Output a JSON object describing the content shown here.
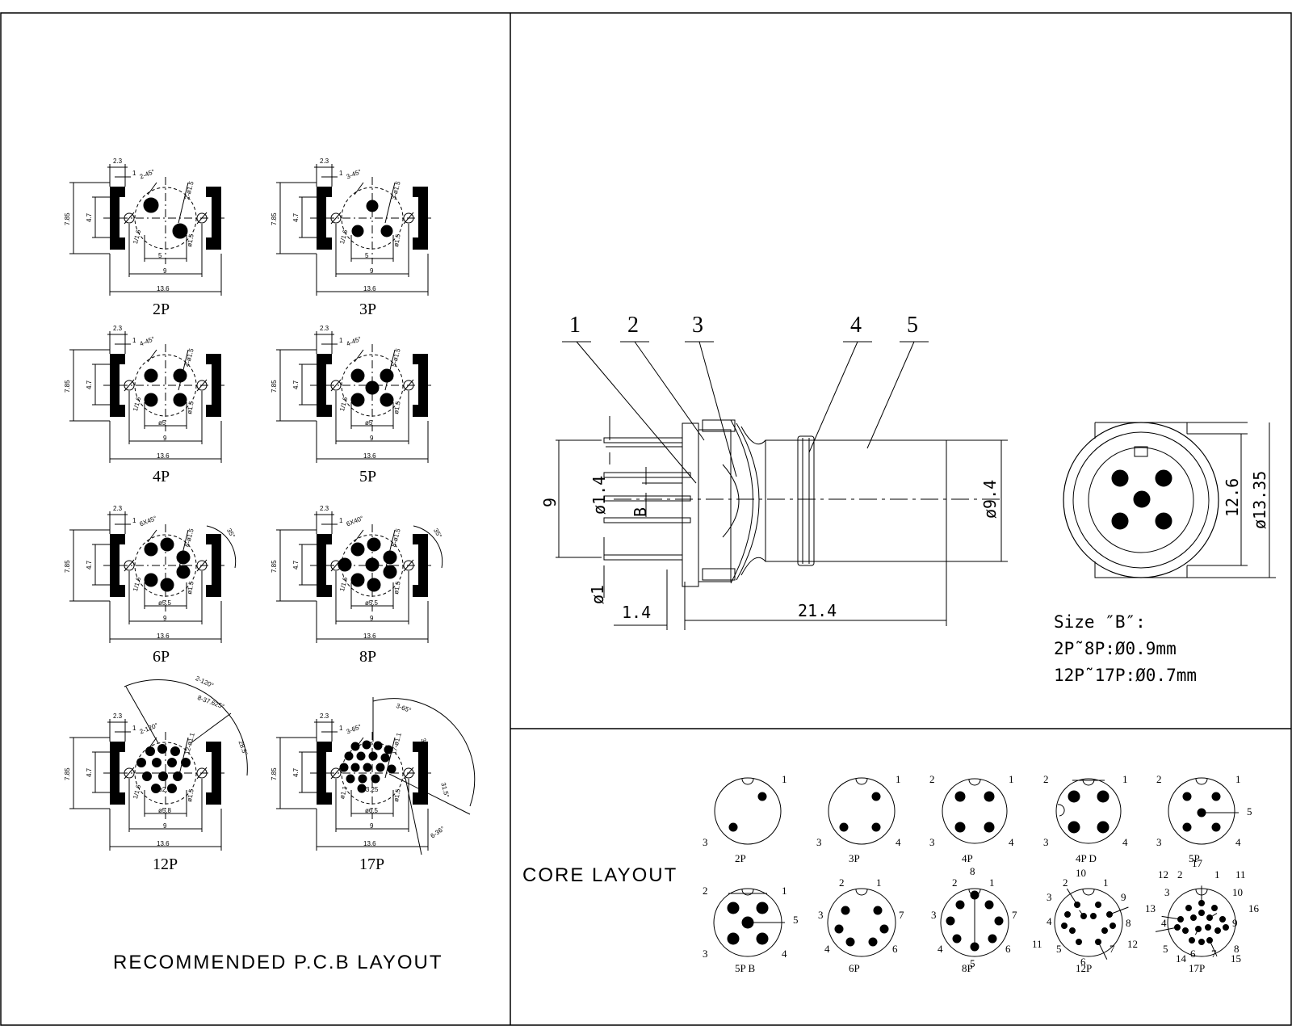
{
  "pcb_section": {
    "title": "RECOMMENDED P.C.B LAYOUT",
    "layouts": [
      {
        "label": "2P",
        "dims": {
          "top": "2.3",
          "one": "1",
          "angle": "2-45°",
          "hole": "2-ø1.5",
          "height": "7.85",
          "inner": "4.7",
          "peg": "1/1.6",
          "side": "ø1.5",
          "span": "5",
          "pitch": "9",
          "width": "13.6"
        }
      },
      {
        "label": "3P",
        "dims": {
          "top": "2.3",
          "one": "1",
          "angle": "3-45°",
          "hole": "3-ø1.5",
          "height": "7.85",
          "inner": "4.7",
          "peg": "1/1.6",
          "side": "ø1.5",
          "span": "5",
          "pitch": "9",
          "width": "13.6"
        }
      },
      {
        "label": "4P",
        "dims": {
          "top": "2.3",
          "one": "1",
          "angle": "4-45°",
          "hole": "4-ø1.5",
          "height": "7.85",
          "inner": "4.7",
          "peg": "1/1.6",
          "side": "ø1.5",
          "span": "ø5",
          "pitch": "9",
          "width": "13.6"
        }
      },
      {
        "label": "5P",
        "dims": {
          "top": "2.3",
          "one": "1",
          "angle": "4-45°",
          "hole": "5-ø1.5",
          "height": "7.85",
          "inner": "4.7",
          "peg": "1/1.6",
          "side": "ø1.5",
          "span": "ø5",
          "pitch": "9",
          "width": "13.6"
        }
      },
      {
        "label": "6P",
        "dims": {
          "top": "2.3",
          "one": "1",
          "angle": "6X45°",
          "hole": "6-ø1.5",
          "height": "7.85",
          "inner": "4.7",
          "peg": "1/1.6",
          "side": "ø1.5",
          "span": "ø5.5",
          "pitch": "9",
          "width": "13.6",
          "extra": "35°"
        }
      },
      {
        "label": "8P",
        "dims": {
          "top": "2.3",
          "one": "1",
          "angle": "6X40°",
          "hole": "8-ø1.5",
          "height": "7.85",
          "inner": "4.7",
          "peg": "1/1.6",
          "side": "ø1.5",
          "span": "ø5.5",
          "pitch": "9",
          "width": "13.6",
          "extra": "35°"
        }
      },
      {
        "label": "12P",
        "dims": {
          "top": "2.3",
          "one": "1",
          "angle": "2-120°",
          "hole": "12-ø1.1",
          "height": "7.85",
          "inner": "4.7",
          "peg": "1/1.6",
          "side": "ø1.5",
          "span": "ø5.8",
          "span2": "ø2.2",
          "pitch": "9",
          "width": "13.6",
          "extra": "8-37.625°",
          "extra2": "28.5°"
        }
      },
      {
        "label": "17P",
        "dims": {
          "top": "2.3",
          "one": "1",
          "angle": "3-65°",
          "hole": "17-ø1.1",
          "height": "7.85",
          "inner": "4.7",
          "peg": "ø1.1",
          "side": "ø1.5",
          "span": "ø6.5",
          "span2": "ø3.25",
          "pitch": "9",
          "width": "13.6",
          "extra": "30°",
          "extra2": "31.5°",
          "extra3": "6-36°"
        }
      }
    ]
  },
  "assembly": {
    "balloons": [
      "1",
      "2",
      "3",
      "4",
      "5"
    ],
    "dims": {
      "height": "9",
      "pin_dia": "ø1.4",
      "size_b": "B",
      "pcb_pin": "ø1",
      "offset": "1.4",
      "length": "21.4",
      "body_dia": "ø9.4",
      "face_inner": "12.6",
      "face_outer": "ø13.35"
    },
    "size_note": {
      "line1": "Size ″B″:",
      "line2": "2P˜8P:Ø0.9mm",
      "line3": "12P˜17P:Ø0.7mm"
    }
  },
  "core_section": {
    "title": "CORE LAYOUT",
    "layouts": [
      {
        "label": "2P",
        "pins": [
          "1",
          "3"
        ]
      },
      {
        "label": "3P",
        "pins": [
          "1",
          "3",
          "4"
        ]
      },
      {
        "label": "4P",
        "pins": [
          "2",
          "1",
          "3",
          "4"
        ]
      },
      {
        "label": "4P  D",
        "pins": [
          "2",
          "1",
          "3",
          "4"
        ]
      },
      {
        "label": "5P",
        "pins": [
          "2",
          "1",
          "5",
          "3",
          "4"
        ]
      },
      {
        "label": "5P  B",
        "pins": [
          "2",
          "1",
          "5",
          "3",
          "4"
        ]
      },
      {
        "label": "6P",
        "pins": [
          "2",
          "1",
          "3",
          "7",
          "4",
          "6"
        ]
      },
      {
        "label": "8P",
        "pins": [
          "8",
          "2",
          "1",
          "3",
          "7",
          "4",
          "6",
          "5"
        ]
      },
      {
        "label": "12P",
        "pins": [
          "10",
          "2",
          "1",
          "3",
          "9",
          "8",
          "4",
          "11",
          "5",
          "7",
          "12",
          "6"
        ]
      },
      {
        "label": "17P",
        "pins": [
          "17",
          "12",
          "2",
          "1",
          "11",
          "3",
          "10",
          "13",
          "16",
          "4",
          "9",
          "5",
          "8",
          "14",
          "6",
          "7",
          "15"
        ]
      }
    ]
  }
}
